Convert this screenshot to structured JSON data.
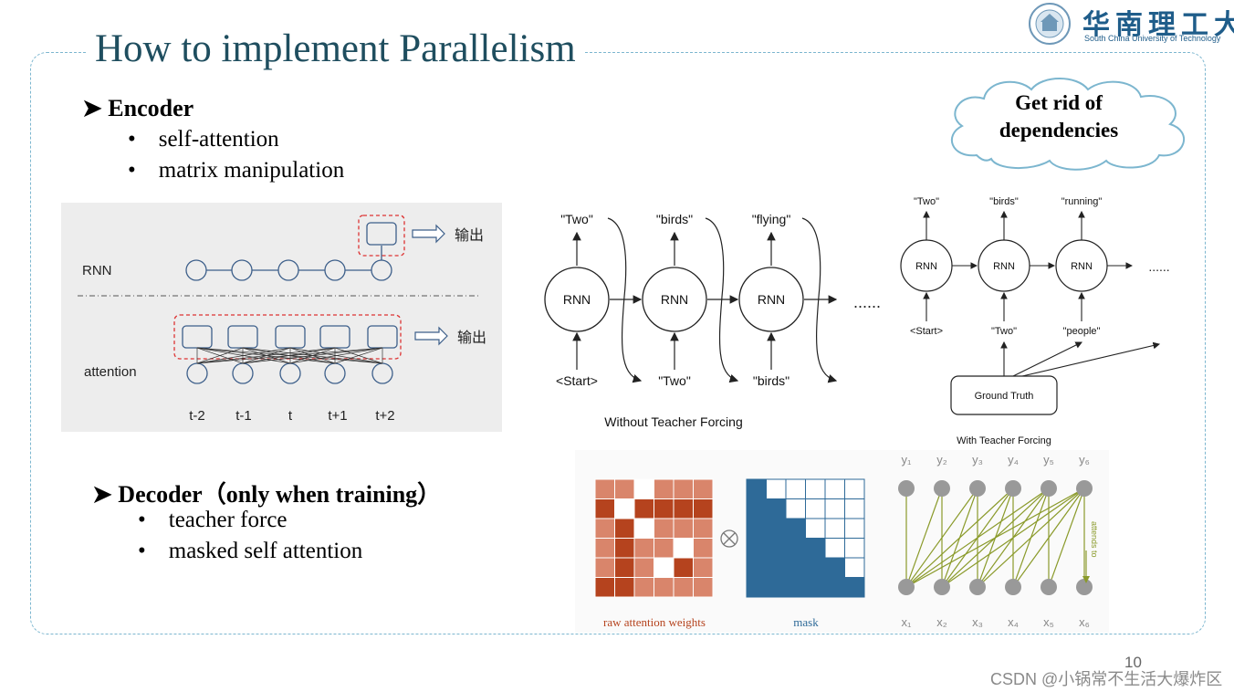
{
  "slide": {
    "title": "How to implement Parallelism",
    "page_number": "10",
    "watermark": "CSDN @小锅常不生活大爆炸区",
    "logo": {
      "name_cn": "华南理工大学",
      "name_en": "South China University of Technology"
    }
  },
  "cloud": {
    "line1": "Get rid of",
    "line2": "dependencies"
  },
  "encoder": {
    "heading": "Encoder",
    "items": [
      "self-attention",
      "matrix manipulation"
    ]
  },
  "decoder": {
    "heading": "Decoder（only when training）",
    "items": [
      "teacher force",
      "masked self attention"
    ]
  },
  "rnn_vs_attention": {
    "rnn_label": "RNN",
    "attention_label": "attention",
    "output_label": "输出",
    "time_labels": [
      "t-2",
      "t-1",
      "t",
      "t+1",
      "t+2"
    ]
  },
  "without_tf": {
    "caption": "Without Teacher Forcing",
    "cell_label": "RNN",
    "outputs": [
      "\"Two\"",
      "\"birds\"",
      "\"flying\""
    ],
    "inputs": [
      "<Start>",
      "\"Two\"",
      "\"birds\""
    ],
    "ellipsis": "......"
  },
  "with_tf": {
    "caption": "With Teacher Forcing",
    "cell_label": "RNN",
    "outputs": [
      "\"Two\"",
      "\"birds\"",
      "\"running\""
    ],
    "inputs": [
      "<Start>",
      "\"Two\"",
      "\"people\""
    ],
    "ground_truth": "Ground Truth",
    "ellipsis": "......"
  },
  "mask_figure": {
    "raw_label": "raw attention weights",
    "mask_label": "mask",
    "y_labels": [
      "y₁",
      "y₂",
      "y₃",
      "y₄",
      "y₅",
      "y₆"
    ],
    "x_labels": [
      "x₁",
      "x₂",
      "x₃",
      "x₄",
      "x₅",
      "x₆"
    ],
    "attends_label": "attends to",
    "colors": {
      "raw_light": "#d9856b",
      "raw_dark": "#b5431e",
      "mask_blue": "#2e6a98",
      "edge_green": "#8a9a2a",
      "node_gray": "#999999"
    }
  }
}
